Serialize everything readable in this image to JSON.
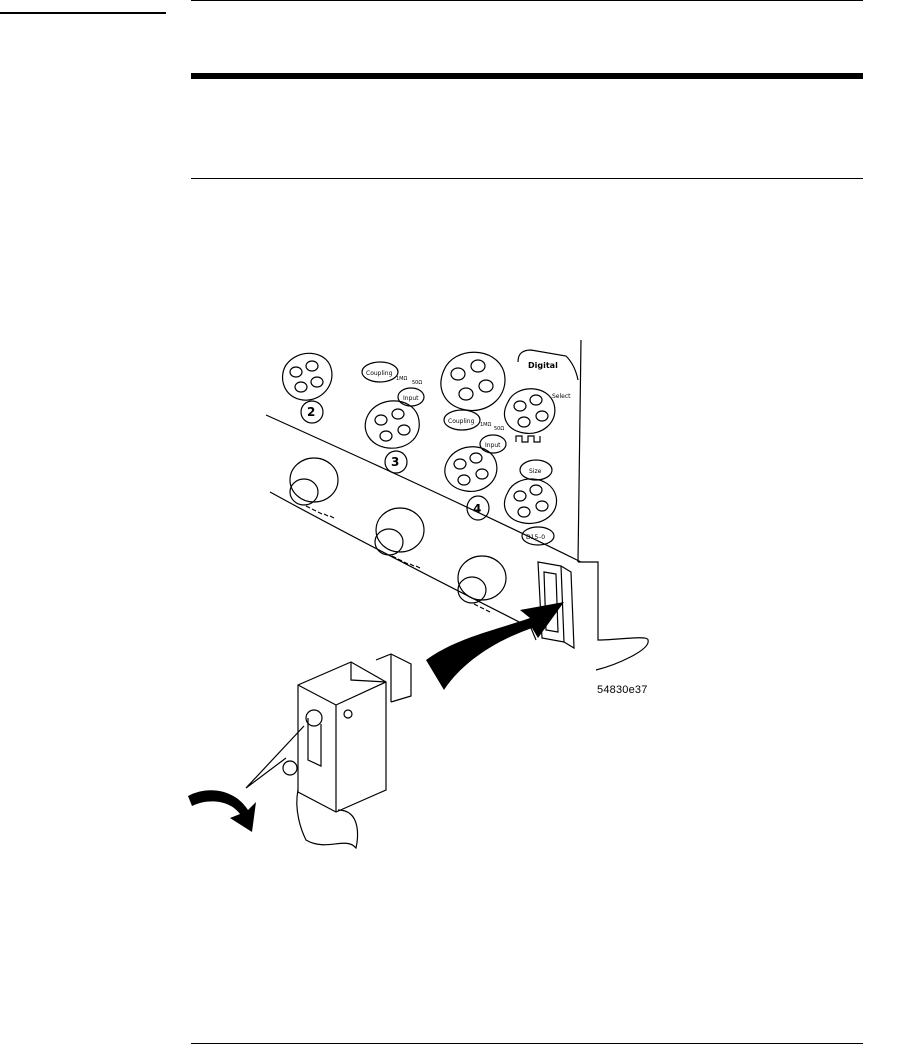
{
  "figure": {
    "id_label": "54830e37",
    "panel": {
      "channel_numbers": [
        "2",
        "3",
        "4"
      ],
      "coupling_label": "Coupling",
      "input_label": "Input",
      "impedance_1m": "1MΩ",
      "impedance_50": "50Ω",
      "digital_label": "Digital",
      "select_label": "Select",
      "size_label": "Size",
      "d_label": "D15–0"
    }
  }
}
